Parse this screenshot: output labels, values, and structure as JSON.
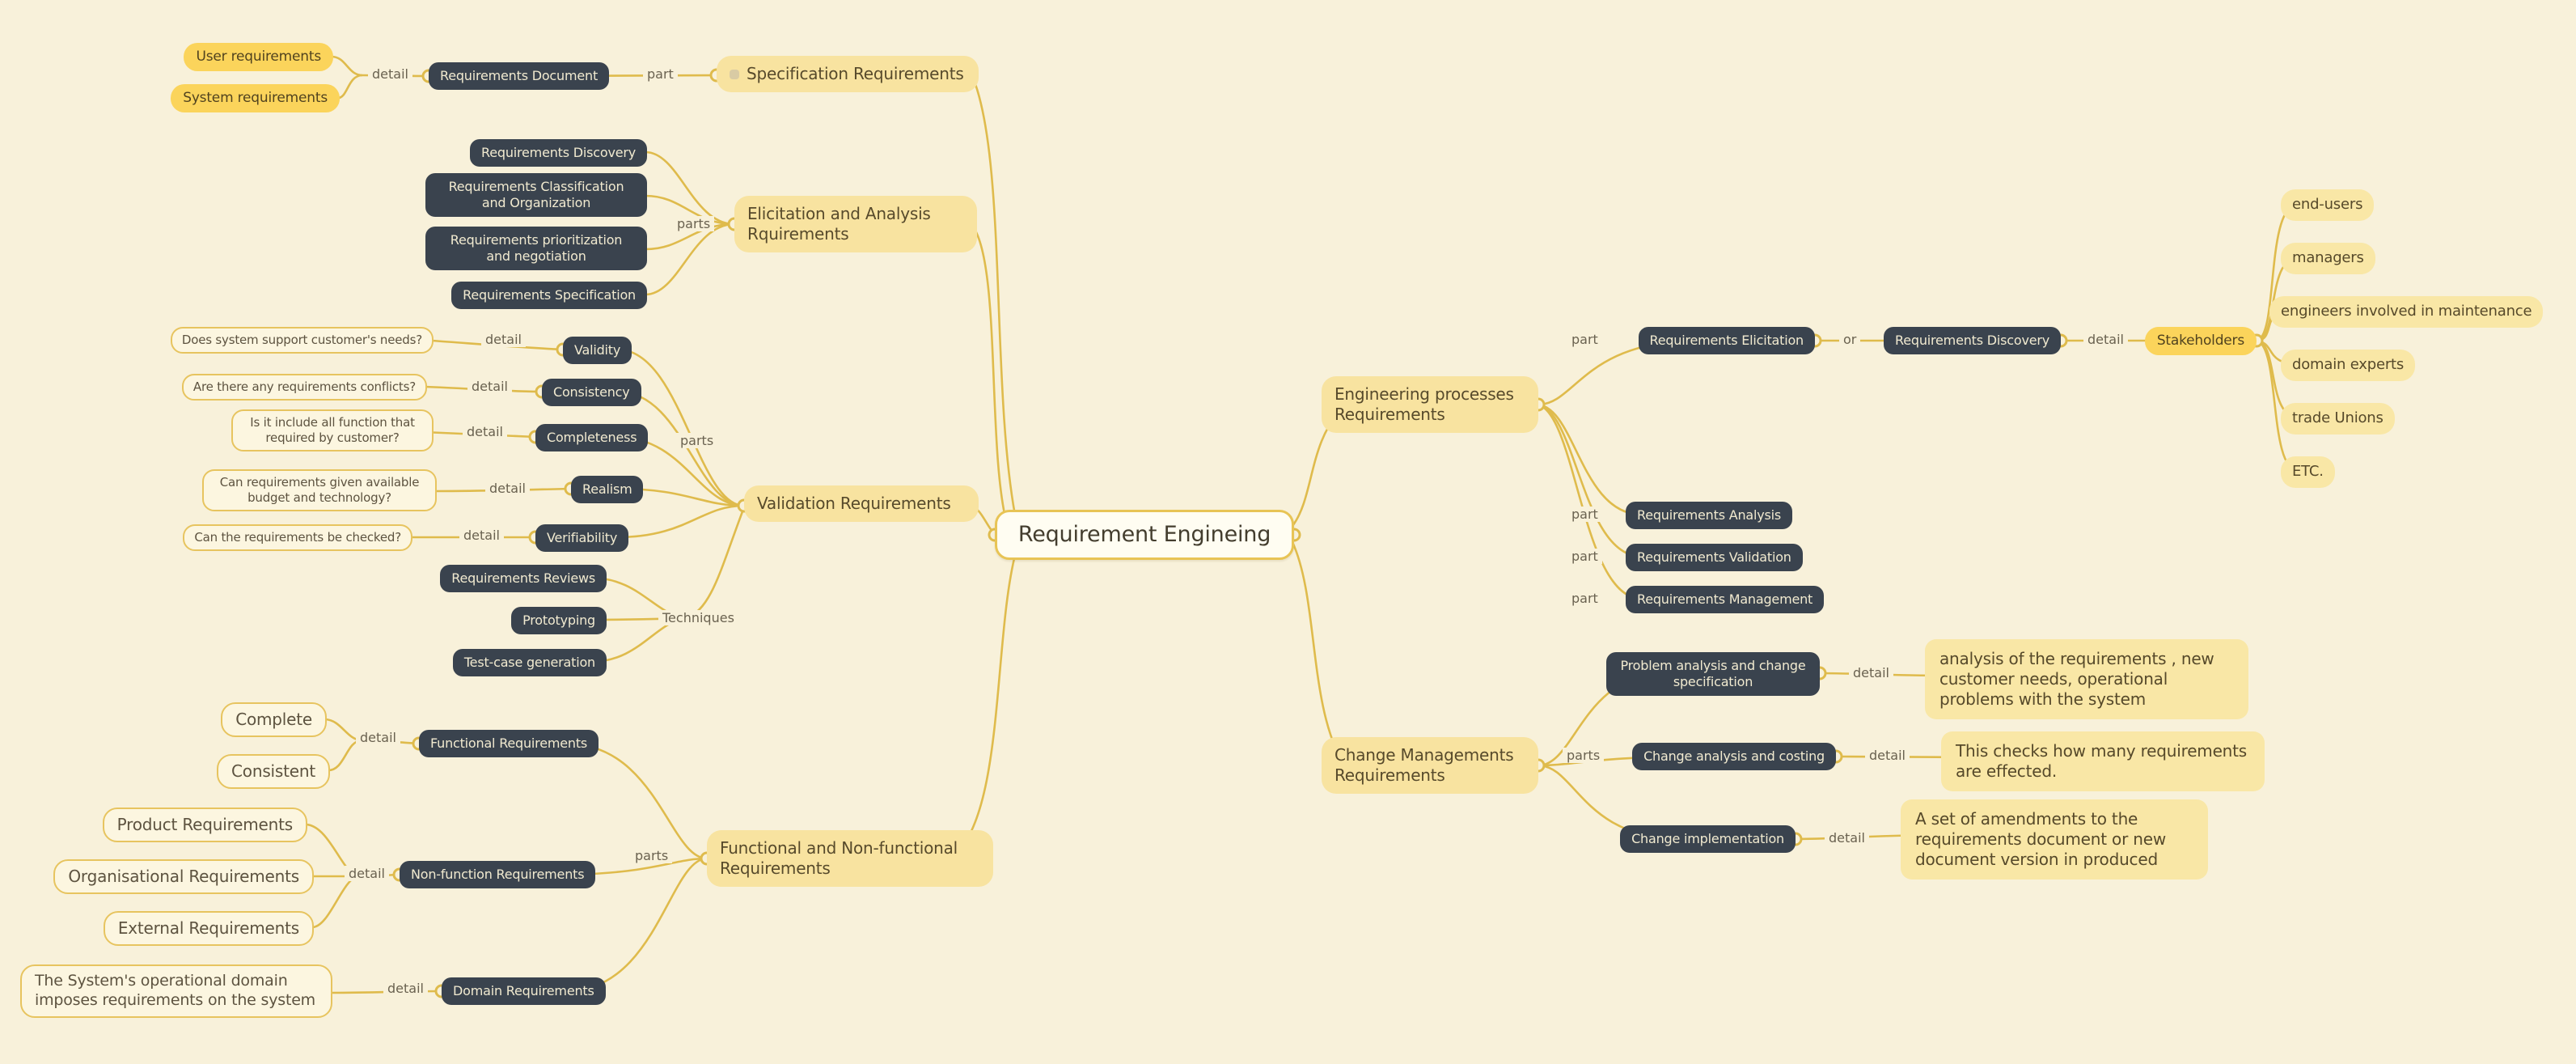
{
  "title": "Requirement Engineing",
  "palette": {
    "background": "#f8f1da",
    "line": "#dfbb4c",
    "dark_node": "#3a434e",
    "accent_yellow": "#fbd45b",
    "soft_yellow": "#f9e7a6",
    "outline_border": "#e7c45f",
    "center_border": "#e8c455"
  },
  "labels": {
    "detail": "detail",
    "part": "part",
    "parts": "parts",
    "or": "or",
    "techniques": "Techniques"
  },
  "specification": {
    "title": "Specification Requirements",
    "document": "Requirements Document",
    "user": "User requirements",
    "system": "System requirements"
  },
  "elicitation": {
    "title": "Elicitation and Analysis Rquirements",
    "items": [
      "Requirements Discovery",
      "Requirements Classification and Organization",
      "Requirements prioritization and negotiation",
      "Requirements Specification"
    ]
  },
  "validation": {
    "title": "Validation Requirements",
    "criteria": [
      {
        "name": "Validity",
        "question": "Does system support customer's needs?"
      },
      {
        "name": "Consistency",
        "question": "Are there any requirements conflicts?"
      },
      {
        "name": "Completeness",
        "question": "Is it include all function that required by customer?"
      },
      {
        "name": "Realism",
        "question": "Can requirements given available budget and technology?"
      },
      {
        "name": "Verifiability",
        "question": "Can the requirements be checked?"
      }
    ],
    "techniques": [
      "Requirements Reviews",
      "Prototyping",
      "Test-case generation"
    ]
  },
  "functional": {
    "title": "Functional and Non-functional Requirements",
    "functional_label": "Functional Requirements",
    "functional_details": [
      "Complete",
      "Consistent"
    ],
    "nonfunctional_label": "Non-function Requirements",
    "nonfunctional_details": [
      "Product Requirements",
      "Organisational Requirements",
      "External Requirements"
    ],
    "domain_label": "Domain Requirements",
    "domain_detail": "The System's operational domain imposes requirements on the system"
  },
  "engineering": {
    "title": "Engineering processes Requirements",
    "elicitation": "Requirements Elicitation",
    "discovery": "Requirements Discovery",
    "stakeholders": "Stakeholders",
    "stakeholder_list": [
      "end-users",
      "managers",
      "engineers involved in maintenance",
      "domain experts",
      "trade Unions",
      "ETC."
    ],
    "analysis": "Requirements Analysis",
    "validation": "Requirements Validation",
    "management": "Requirements Management"
  },
  "change": {
    "title": "Change Managements Requirements",
    "steps": [
      {
        "name": "Problem analysis and change specification",
        "detail": "analysis of the requirements , new customer needs, operational problems with the system"
      },
      {
        "name": "Change analysis and costing",
        "detail": "This checks how many requirements are effected."
      },
      {
        "name": "Change implementation",
        "detail": "A set of amendments to the requirements document or new document version in produced"
      }
    ]
  }
}
